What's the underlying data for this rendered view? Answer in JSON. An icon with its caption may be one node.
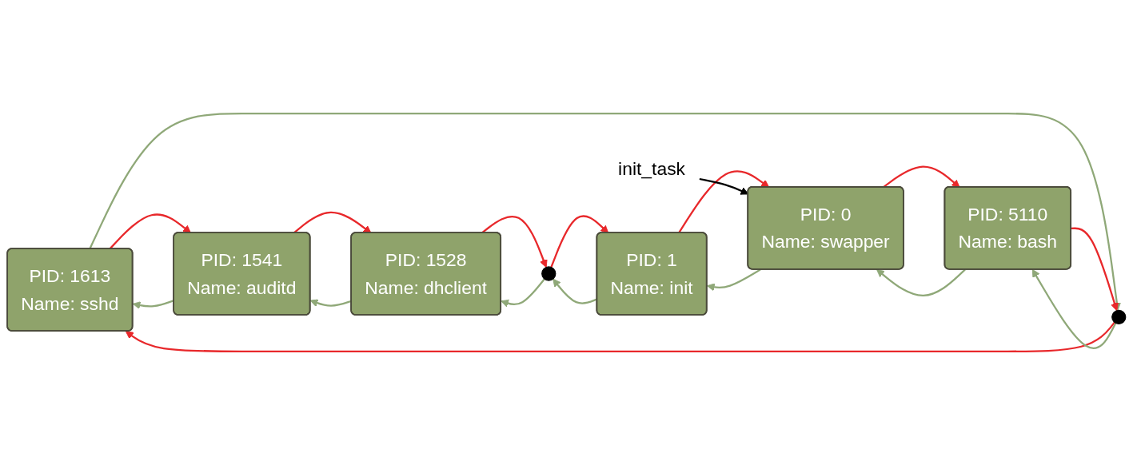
{
  "diagram": {
    "nodes": [
      {
        "text": [
          "PID: 1613",
          "Name: sshd"
        ]
      },
      {
        "text": [
          "PID: 1541",
          "Name: auditd"
        ]
      },
      {
        "text": [
          "PID: 1528",
          "Name: dhclient"
        ]
      },
      {
        "text": [],
        "shape": "circle"
      },
      {
        "text": [
          "init_task"
        ]
      },
      {
        "text": [],
        "shape": "circle"
      },
      {
        "text": [
          "PID: 5110",
          "Name: bash"
        ]
      },
      {
        "text": [
          "PID: 0",
          "Name: swapper"
        ]
      },
      {
        "text": [
          "PID: 1",
          "Name: init"
        ]
      }
    ],
    "edges": [
      {
        "from": 7,
        "to": 8,
        "arrow": "to",
        "color": "#8fa878"
      },
      {
        "from": 8,
        "to": 7,
        "arrow": "to",
        "color": "#e8282b"
      },
      {
        "from": 8,
        "to": 5,
        "arrow": "to",
        "color": "#8fa878"
      },
      {
        "from": 5,
        "to": 8,
        "arrow": "to",
        "color": "#e8282b"
      },
      {
        "from": 5,
        "to": 2,
        "arrow": "to",
        "color": "#8fa878"
      },
      {
        "from": 2,
        "to": 5,
        "arrow": "to",
        "color": "#e8282b"
      },
      {
        "from": 2,
        "to": 1,
        "arrow": "to",
        "color": "#8fa878"
      },
      {
        "from": 1,
        "to": 2,
        "arrow": "to",
        "color": "#e8282b"
      },
      {
        "from": 1,
        "to": 0,
        "arrow": "to",
        "color": "#8fa878"
      },
      {
        "from": 0,
        "to": 1,
        "arrow": "to",
        "color": "#e8282b"
      },
      {
        "from": 0,
        "to": 3,
        "arrow": "to",
        "color": "#8fa878"
      },
      {
        "from": 3,
        "to": 0,
        "arrow": "to",
        "color": "#e8282b"
      },
      {
        "from": 3,
        "to": 6,
        "arrow": "to",
        "color": "#8fa878"
      },
      {
        "from": 6,
        "to": 3,
        "arrow": "to",
        "color": "#e8282b"
      },
      {
        "from": 6,
        "to": 7,
        "arrow": "to",
        "color": "#8fa878"
      },
      {
        "from": 7,
        "to": 6,
        "arrow": "to",
        "color": "#e8282b"
      },
      {
        "from": 4,
        "to": 7,
        "arrow": "to",
        "color": "#000000"
      }
    ]
  }
}
